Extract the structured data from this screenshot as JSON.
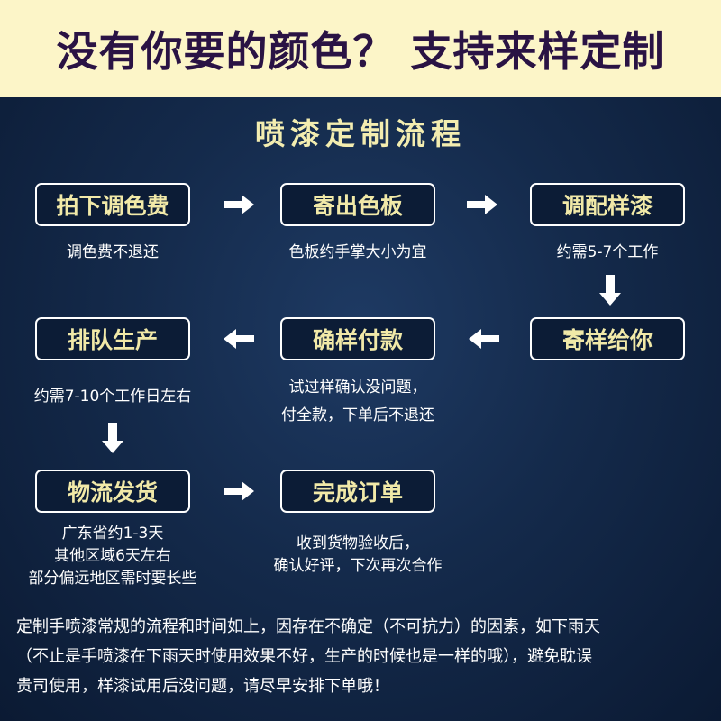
{
  "banner": "没有你要的颜色？ 支持来样定制",
  "title": "喷漆定制流程",
  "steps": [
    {
      "label": "拍下调色费",
      "note": [
        "调色费不退还"
      ]
    },
    {
      "label": "寄出色板",
      "note": [
        "色板约手掌大小为宜"
      ]
    },
    {
      "label": "调配样漆",
      "note": [
        "约需5-7个工作"
      ]
    },
    {
      "label": "寄样给你",
      "note": []
    },
    {
      "label": "确样付款",
      "note": [
        "试过样确认没问题，",
        "付全款，下单后不退还"
      ]
    },
    {
      "label": "排队生产",
      "note": [
        "约需7-10个工作日左右"
      ]
    },
    {
      "label": "物流发货",
      "note": [
        "广东省约1-3天",
        "其他区域6天左右",
        "部分偏远地区需时要长些"
      ]
    },
    {
      "label": "完成订单",
      "note": [
        "收到货物验收后，",
        "确认好评，下次再次合作"
      ]
    }
  ],
  "footer": [
    "定制手喷漆常规的流程和时间如上，因存在不确定（不可抗力）的因素，如下雨天",
    "（不止是手喷漆在下雨天时使用效果不好，生产的时候也是一样的哦），避免耽误",
    "贵司使用，样漆试用后没问题，请尽早安排下单哦！"
  ],
  "colors": {
    "banner_bg": "#fcf5c8",
    "banner_text": "#2a1344",
    "accent_text": "#f1e9a8",
    "background": "#142a4b"
  }
}
